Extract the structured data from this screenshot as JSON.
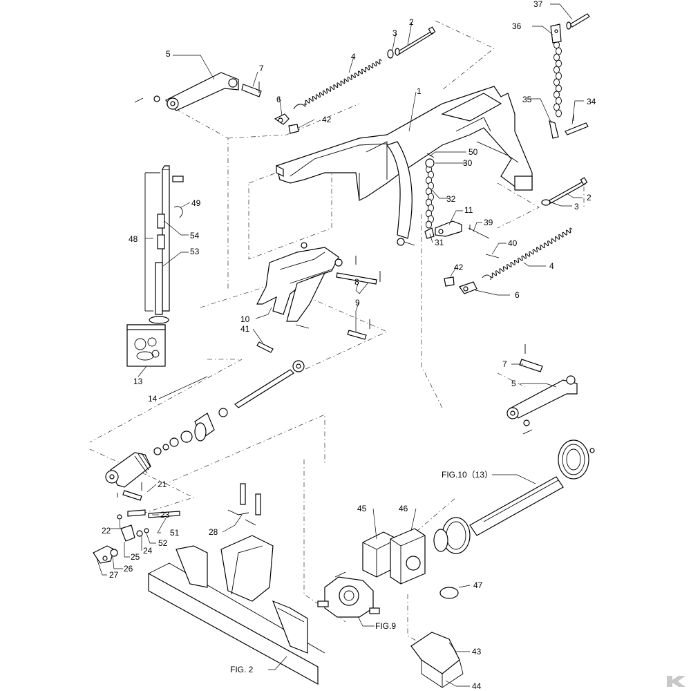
{
  "labels": [
    {
      "id": "l37",
      "text": "37"
    },
    {
      "id": "l36",
      "text": "36"
    },
    {
      "id": "l3a",
      "text": "3"
    },
    {
      "id": "l2a",
      "text": "2"
    },
    {
      "id": "l5a",
      "text": "5"
    },
    {
      "id": "l7a",
      "text": "7"
    },
    {
      "id": "l4a",
      "text": "4"
    },
    {
      "id": "l1",
      "text": "1"
    },
    {
      "id": "l35",
      "text": "35"
    },
    {
      "id": "l34",
      "text": "34"
    },
    {
      "id": "l6a",
      "text": "6"
    },
    {
      "id": "l42a",
      "text": "42"
    },
    {
      "id": "l50",
      "text": "50"
    },
    {
      "id": "l30",
      "text": "30"
    },
    {
      "id": "l2b",
      "text": "2"
    },
    {
      "id": "l3b",
      "text": "3"
    },
    {
      "id": "l49",
      "text": "49"
    },
    {
      "id": "l32",
      "text": "32"
    },
    {
      "id": "l11",
      "text": "11"
    },
    {
      "id": "l39",
      "text": "39"
    },
    {
      "id": "l48",
      "text": "48"
    },
    {
      "id": "l54",
      "text": "54"
    },
    {
      "id": "l31",
      "text": "31"
    },
    {
      "id": "l40",
      "text": "40"
    },
    {
      "id": "l53",
      "text": "53"
    },
    {
      "id": "l4b",
      "text": "4"
    },
    {
      "id": "l42b",
      "text": "42"
    },
    {
      "id": "l8",
      "text": "8"
    },
    {
      "id": "l6b",
      "text": "6"
    },
    {
      "id": "l9",
      "text": "9"
    },
    {
      "id": "l10",
      "text": "10"
    },
    {
      "id": "l41",
      "text": "41"
    },
    {
      "id": "l7b",
      "text": "7"
    },
    {
      "id": "l13a",
      "text": "13"
    },
    {
      "id": "l5b",
      "text": "5"
    },
    {
      "id": "l14",
      "text": "14"
    },
    {
      "id": "lfig10",
      "text": "FIG.10（13）"
    },
    {
      "id": "l21",
      "text": "21"
    },
    {
      "id": "l45",
      "text": "45"
    },
    {
      "id": "l46",
      "text": "46"
    },
    {
      "id": "l23",
      "text": "23"
    },
    {
      "id": "l28",
      "text": "28"
    },
    {
      "id": "l22",
      "text": "22"
    },
    {
      "id": "l51",
      "text": "51"
    },
    {
      "id": "l52",
      "text": "52"
    },
    {
      "id": "l24",
      "text": "24"
    },
    {
      "id": "l25",
      "text": "25"
    },
    {
      "id": "l26",
      "text": "26"
    },
    {
      "id": "l27",
      "text": "27"
    },
    {
      "id": "l47",
      "text": "47"
    },
    {
      "id": "lfig9",
      "text": "FIG.9"
    },
    {
      "id": "l43",
      "text": "43"
    },
    {
      "id": "lfig2",
      "text": "FIG.  2"
    },
    {
      "id": "l44",
      "text": "44"
    }
  ],
  "colors": {
    "ink": "#000000",
    "paper": "#ffffff",
    "logo": "#c8c8c8"
  },
  "logo_icon": "brand-k-logo-icon"
}
